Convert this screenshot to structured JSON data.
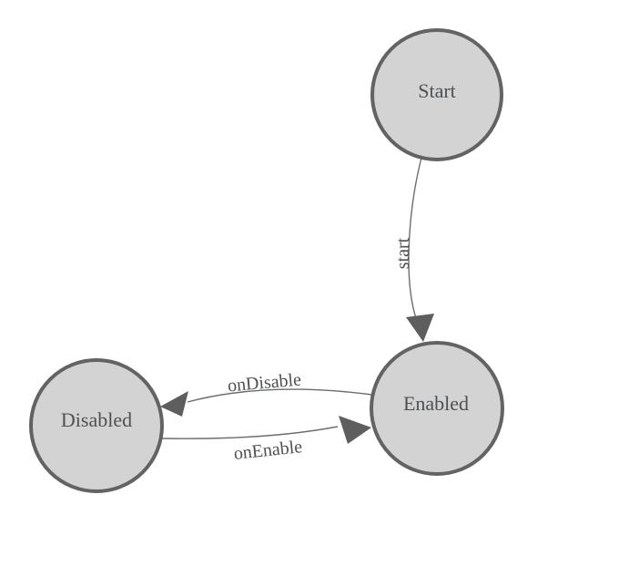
{
  "diagram": {
    "type": "state-machine",
    "colors": {
      "background": "#ffffff",
      "node_fill": "#d3d3d3",
      "node_stroke": "#636363",
      "edge_stroke": "#6d6d6d",
      "arrow_fill": "#5e5e5e",
      "label_color": "#4d5154"
    },
    "nodes": [
      {
        "id": "start",
        "label": "Start"
      },
      {
        "id": "enabled",
        "label": "Enabled"
      },
      {
        "id": "disabled",
        "label": "Disabled"
      }
    ],
    "edges": [
      {
        "from": "Start",
        "to": "Enabled",
        "label": "start"
      },
      {
        "from": "Enabled",
        "to": "Disabled",
        "label": "onDisable"
      },
      {
        "from": "Disabled",
        "to": "Enabled",
        "label": "onEnable"
      }
    ]
  }
}
